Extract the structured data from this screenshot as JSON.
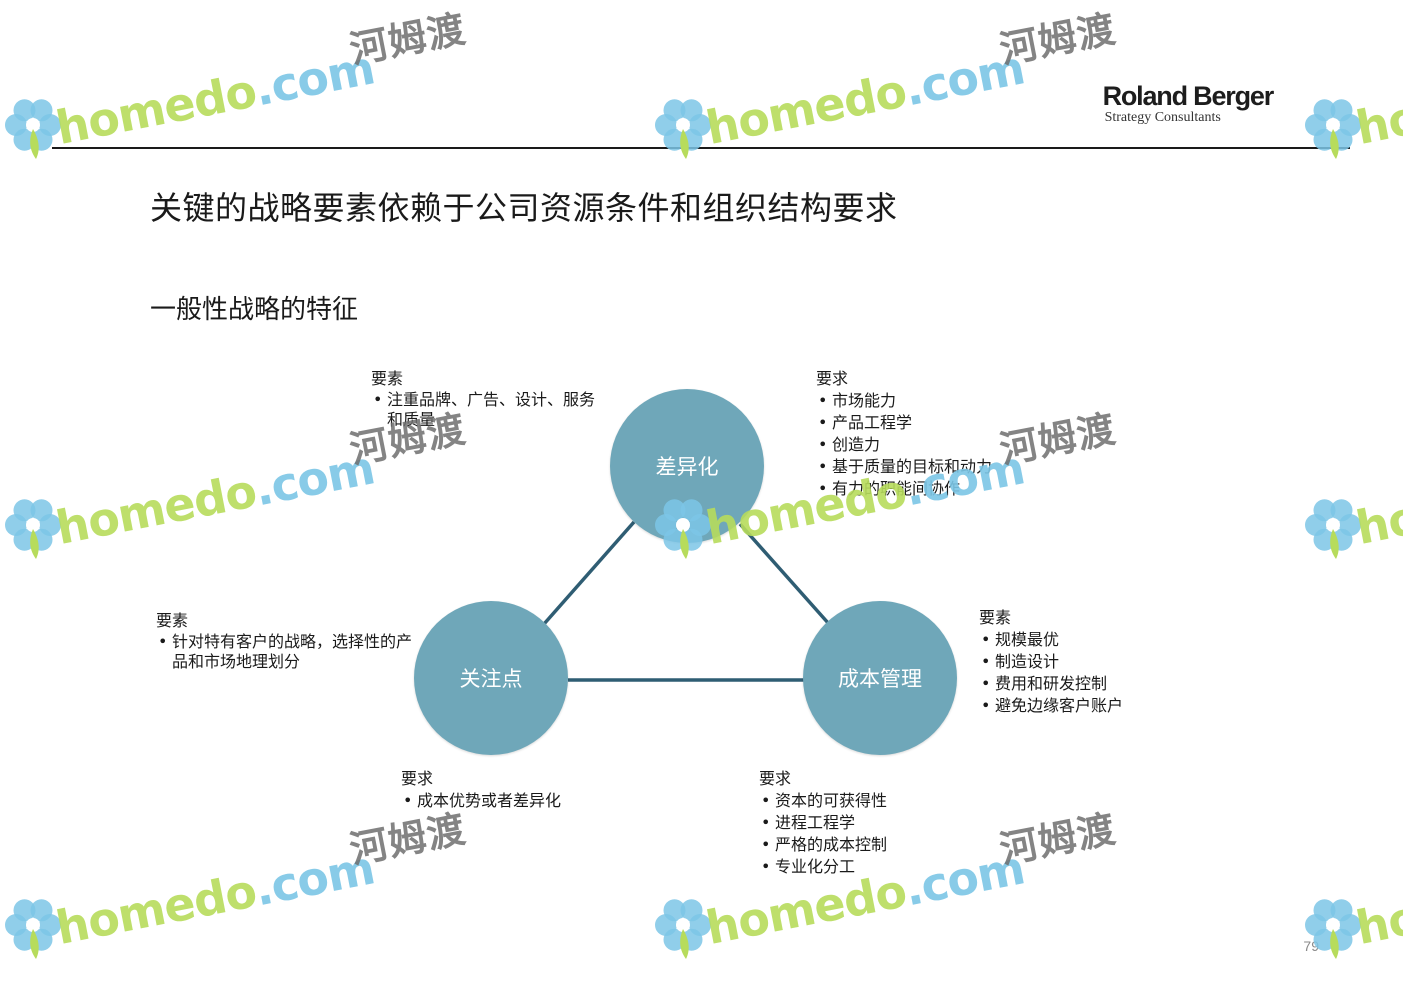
{
  "header": {
    "logo_main": "Roland Berger",
    "logo_sub": "Strategy Consultants",
    "title": "关键的战略要素依赖于公司资源条件和组织结构要求",
    "subtitle": "一般性战略的特征"
  },
  "diagram": {
    "nodes": [
      {
        "id": "top",
        "label": "差异化"
      },
      {
        "id": "left",
        "label": "关注点"
      },
      {
        "id": "right",
        "label": "成本管理"
      }
    ],
    "edges": [
      [
        "top",
        "left"
      ],
      [
        "top",
        "right"
      ],
      [
        "left",
        "right"
      ]
    ],
    "annotations": {
      "top_left": {
        "head": "要素",
        "items": [
          "注重品牌、广告、设计、服务和质量"
        ]
      },
      "top_right": {
        "head": "要求",
        "items": [
          "市场能力",
          "产品工程学",
          "创造力",
          "基于质量的目标和动力",
          "有力的职能间协作"
        ]
      },
      "mid_left": {
        "head": "要素",
        "items": [
          "针对特有客户的战略，选择性的产品和市场地理划分"
        ]
      },
      "mid_right": {
        "head": "要素",
        "items": [
          "规模最优",
          "制造设计",
          "费用和研发控制",
          "避免边缘客户账户"
        ]
      },
      "bottom_left": {
        "head": "要求",
        "items": [
          "成本优势或者差异化"
        ]
      },
      "bottom_right": {
        "head": "要求",
        "items": [
          "资本的可获得性",
          "进程工程学",
          "严格的成本控制",
          "专业化分工"
        ]
      }
    }
  },
  "footer": {
    "page_number": "79"
  },
  "watermark": {
    "brand_prefix": "homedo",
    "brand_suffix": ".com",
    "brand_cn": "河姆渡"
  },
  "colors": {
    "node_fill": "#6fa7b9",
    "edge": "#2f5d73",
    "watermark_green": "#b7dc5c",
    "watermark_blue": "#7cc6e6"
  }
}
